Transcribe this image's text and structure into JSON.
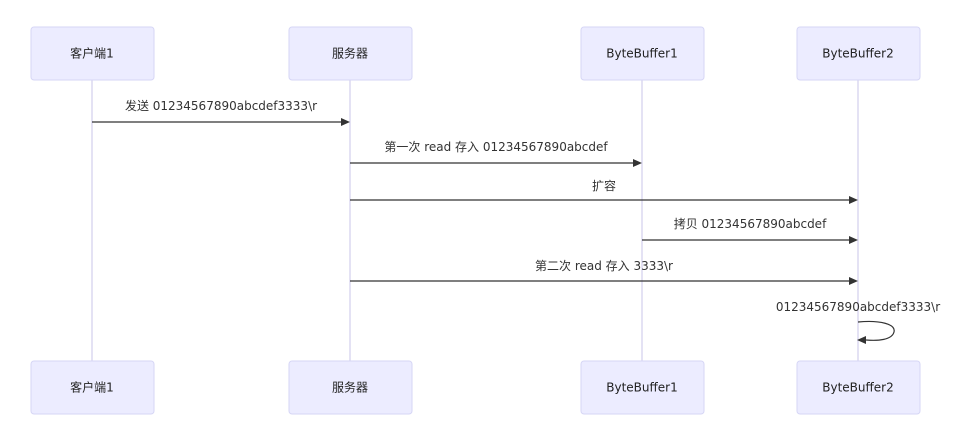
{
  "participants": [
    {
      "id": "client",
      "label": "客户端1"
    },
    {
      "id": "server",
      "label": "服务器"
    },
    {
      "id": "buf1",
      "label": "ByteBuffer1"
    },
    {
      "id": "buf2",
      "label": "ByteBuffer2"
    }
  ],
  "messages": [
    {
      "from": "client",
      "to": "server",
      "label": "发送 01234567890abcdef3333\\r"
    },
    {
      "from": "server",
      "to": "buf1",
      "label": "第一次 read 存入 01234567890abcdef"
    },
    {
      "from": "server",
      "to": "buf2",
      "label": "扩容"
    },
    {
      "from": "buf1",
      "to": "buf2",
      "label": "拷贝 01234567890abcdef"
    },
    {
      "from": "server",
      "to": "buf2",
      "label": "第二次 read 存入 3333\\r"
    },
    {
      "from": "buf2",
      "to": "buf2",
      "label": "01234567890abcdef3333\\r"
    }
  ],
  "colors": {
    "actor_fill": "#ECECFF",
    "actor_border": "#d6d6f5",
    "lifeline": "#d9d6f0",
    "arrow": "#333333"
  }
}
